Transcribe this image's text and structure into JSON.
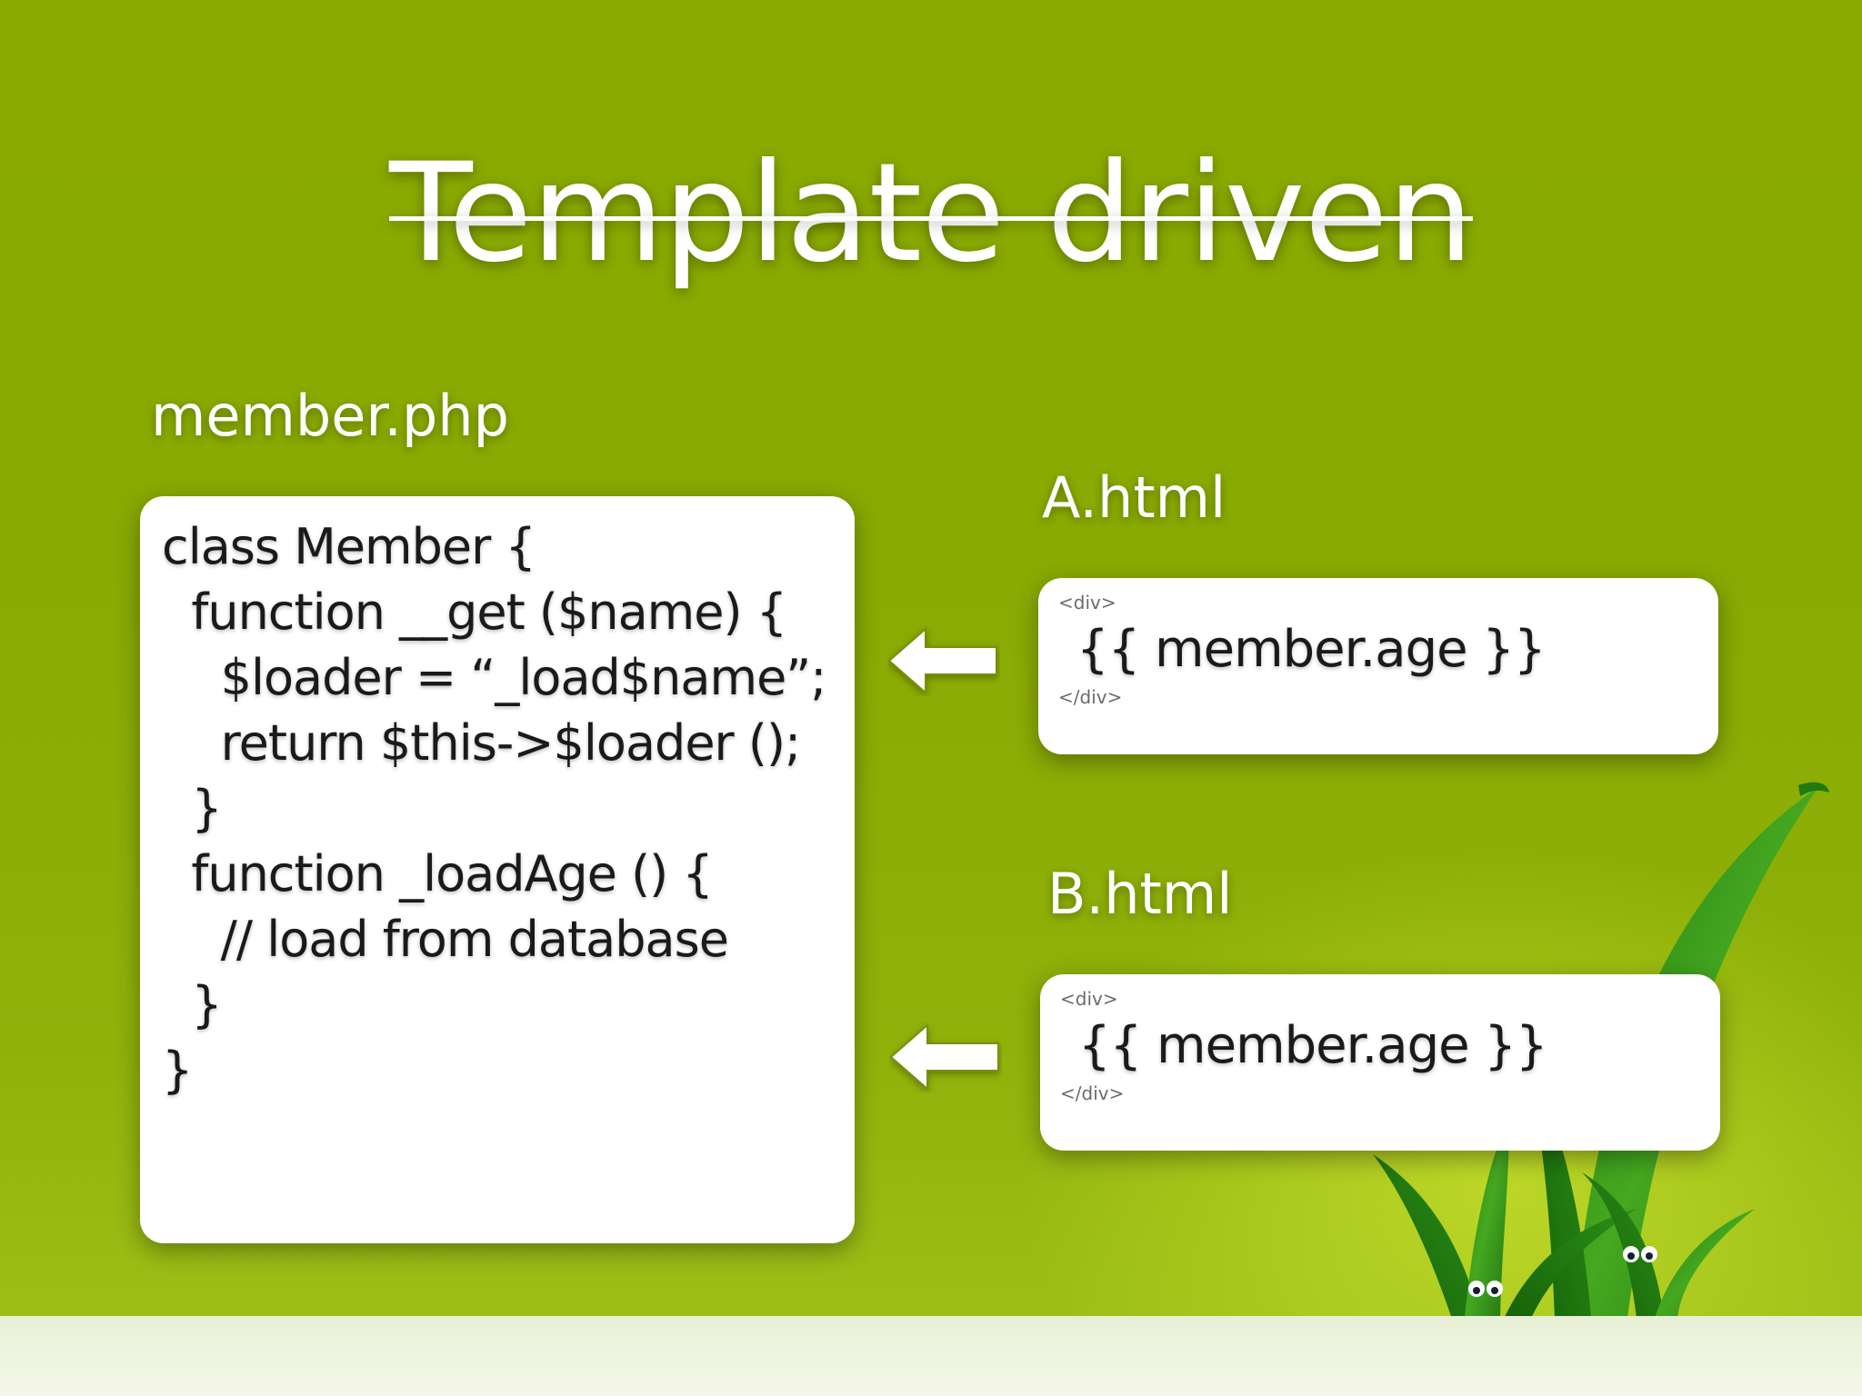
{
  "slide": {
    "title": "Template driven",
    "colors": {
      "background": "#88aa02",
      "card": "#ffffff",
      "text_light": "#ffffff",
      "text_dark": "#1a1a1a"
    },
    "php_panel": {
      "label": "member.php",
      "code_lines": [
        "class Member {",
        "",
        "  function __get ($name) {",
        "    $loader = “_load$name”;",
        "    return $this->$loader ();",
        "  }",
        "",
        "  function _loadAge () {",
        "    // load from database",
        "  }",
        "}"
      ]
    },
    "templates": [
      {
        "label": "A.html",
        "open_tag": "<div>",
        "expression": "{{ member.age }}",
        "close_tag": "</div>"
      },
      {
        "label": "B.html",
        "open_tag": "<div>",
        "expression": "{{ member.age }}",
        "close_tag": "</div>"
      }
    ],
    "icons": {
      "arrow": "left-arrow-icon",
      "decoration": "grass-icon"
    }
  }
}
